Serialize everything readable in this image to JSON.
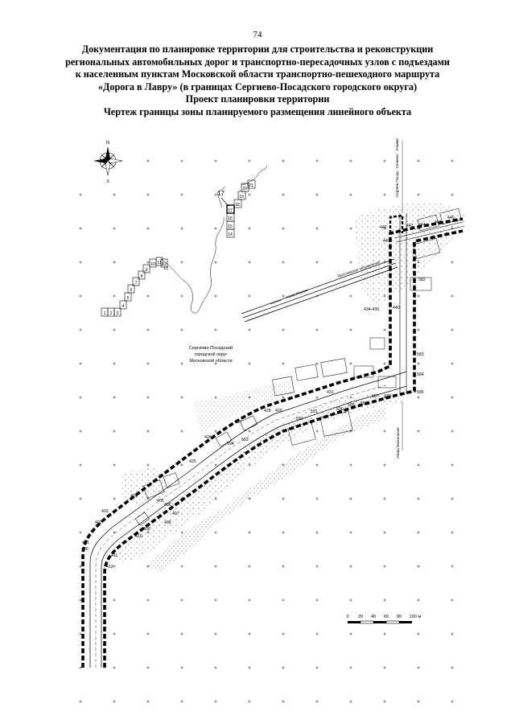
{
  "page_number": "74",
  "title_lines": [
    "Документация по планировке территории для строительства и реконструкции",
    "региональных автомобильных дорог и транспортно-пересадочных узлов с подъездами",
    "к населенным пунктам Московской области транспортно-пешеходного маршрута",
    "«Дорога в Лавру» (в границах Сергиево-Посадского городского округа)",
    "Проект планировки территории",
    "Чертеж границы зоны планируемого размещения линейного объекта"
  ],
  "compass": {
    "north": "N",
    "south": "S"
  },
  "sheet_index": {
    "label": "17",
    "cells": [
      "1",
      "2",
      "3",
      "4",
      "5",
      "6",
      "7",
      "8",
      "9",
      "10",
      "11",
      "12",
      "13",
      "14",
      "15",
      "16",
      "17",
      "18",
      "19",
      "20",
      "21"
    ]
  },
  "district_label": [
    "Сергиево-Посадский",
    "городской округ",
    "Московской области"
  ],
  "railway_label": "город Москва",
  "railway_label_2": "Ярославское направление",
  "road_label_top": "Сергиев Посад - Селково - Хомяки",
  "road_label_right": "Улица Вокзальная",
  "point_labels": {
    "p400": "400",
    "p401": "401",
    "p402": "402",
    "p403": "403",
    "p404": "404",
    "p405": "405",
    "p406": "406",
    "p407": "407",
    "p408": "408",
    "p409": "409",
    "p410": "410",
    "p411": "411",
    "p412": "412",
    "p425": "425",
    "p426": "426",
    "p427": "427",
    "p428": "428",
    "p429": "429",
    "p431": "431",
    "p434": "434-439",
    "p440": "440",
    "p441": "441",
    "p442": "442",
    "p443": "443",
    "p444": "444",
    "p445": "445",
    "p446": "446",
    "p582": "582",
    "p583": "583",
    "p584": "584",
    "p585": "585",
    "p586": "586",
    "p587": "587",
    "p588": "588",
    "p589": "589",
    "p590": "590",
    "p591": "591",
    "p592": "592",
    "p593": "593",
    "p594": "594"
  },
  "scale_bar": {
    "ticks": [
      "0",
      "20",
      "40",
      "60",
      "80",
      "100 м"
    ]
  }
}
